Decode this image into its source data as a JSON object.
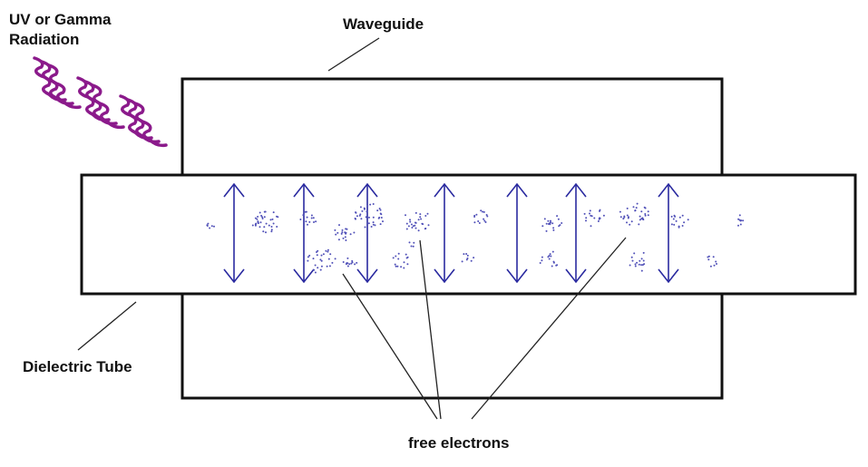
{
  "labels": {
    "radiation": [
      "UV or Gamma",
      "Radiation"
    ],
    "waveguide": "Waveguide",
    "dielectric_tube": "Dielectric Tube",
    "free_electrons": "free electrons"
  },
  "colors": {
    "outline": "#111111",
    "radiation_wave": "#8b1a8b",
    "field_arrow": "#2a2aa0",
    "electron_dot": "#5050b8",
    "leader_line": "#222222"
  },
  "icons": {
    "radiation": "wavy-radiation-icon",
    "field": "double-headed-arrow-icon",
    "electron": "electron-dot-cluster"
  }
}
